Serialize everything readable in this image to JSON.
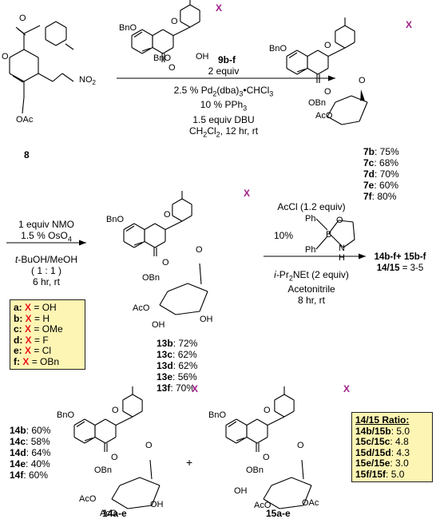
{
  "compounds": {
    "c8": "8",
    "c9": "9b-f",
    "c7": [
      "7b",
      "7c",
      "7d",
      "7e",
      "7f"
    ],
    "c13": [
      "13b",
      "13c",
      "13d",
      "13e",
      "13f"
    ],
    "c14": [
      "14b",
      "14c",
      "14d",
      "14e",
      "14f"
    ],
    "c14_label": "14a-e",
    "c15_label": "15a-e"
  },
  "yields": {
    "y7": [
      ": 75%",
      ": 68%",
      ": 70%",
      ": 60%",
      ": 80%"
    ],
    "y13": [
      ": 72%",
      ": 62%",
      ": 62%",
      ": 56%",
      ": 70%"
    ],
    "y14": [
      ": 60%",
      ": 58%",
      ": 64%",
      ": 40%",
      ": 60%"
    ]
  },
  "step1": {
    "reagent_equiv": "2 equiv",
    "l1a": "2.5 % Pd",
    "l1b": "2",
    "l1c": "(dba)",
    "l1d": "3",
    "l1e": "•CHCl",
    "l1f": "3",
    "l2a": "10 % PPh",
    "l2b": "3",
    "l3": "1.5 equiv DBU",
    "l4a": "CH",
    "l4b": "2",
    "l4c": "Cl",
    "l4d": "2",
    "l4e": ", 12 hr, rt"
  },
  "step2": {
    "l1": "1 equiv NMO",
    "l2a": "1.5 % OsO",
    "l2b": "4",
    "l3a": "t",
    "l3b": "-BuOH/MeOH",
    "l4": "( 1 : 1 )",
    "l5": "6 hr, rt"
  },
  "step3": {
    "l1": "AcCl (1.2 equiv)",
    "pct": "10%",
    "l2a": "i",
    "l2b": "-Pr",
    "l2c": "2",
    "l2d": "NEt (2 equiv)",
    "l3": "Acetonitrile",
    "l4": "8 hr, rt"
  },
  "products": {
    "p1": "14b-f+ 15b-f",
    "p2a": "14/15",
    "p2b": " = 3-5"
  },
  "substituents": [
    {
      "key": "a:",
      "eq": " = OH"
    },
    {
      "key": "b:",
      "eq": " = H"
    },
    {
      "key": "c:",
      "eq": " = OMe"
    },
    {
      "key": "d:",
      "eq": " = F"
    },
    {
      "key": "e:",
      "eq": " = Cl"
    },
    {
      "key": "f:",
      "eq": " = OBn"
    }
  ],
  "x_label": "X",
  "ratio": {
    "title": "14/15 Ratio:",
    "rows": [
      {
        "k": "14b/15b",
        "v": ": 5.0"
      },
      {
        "k": "15c/15c",
        "v": ": 4.8"
      },
      {
        "k": "15d/15d",
        "v": ": 4.3"
      },
      {
        "k": "15e/15e",
        "v": ": 3.0"
      },
      {
        "k": "15f/15f",
        "v": ": 5.0"
      }
    ]
  },
  "atoms": {
    "BnO": "BnO",
    "OBn": "OBn",
    "O": "O",
    "OH": "OH",
    "OAc": "OAc",
    "AcO": "AcO",
    "NO": "NO",
    "two": "2",
    "Ph": "Ph",
    "B": "B",
    "N": "N",
    "H": "H",
    "plus": "+"
  },
  "colors": {
    "x": "#a0208a",
    "key_red": "#e8141e",
    "box_fill": "#fdf5b3"
  }
}
